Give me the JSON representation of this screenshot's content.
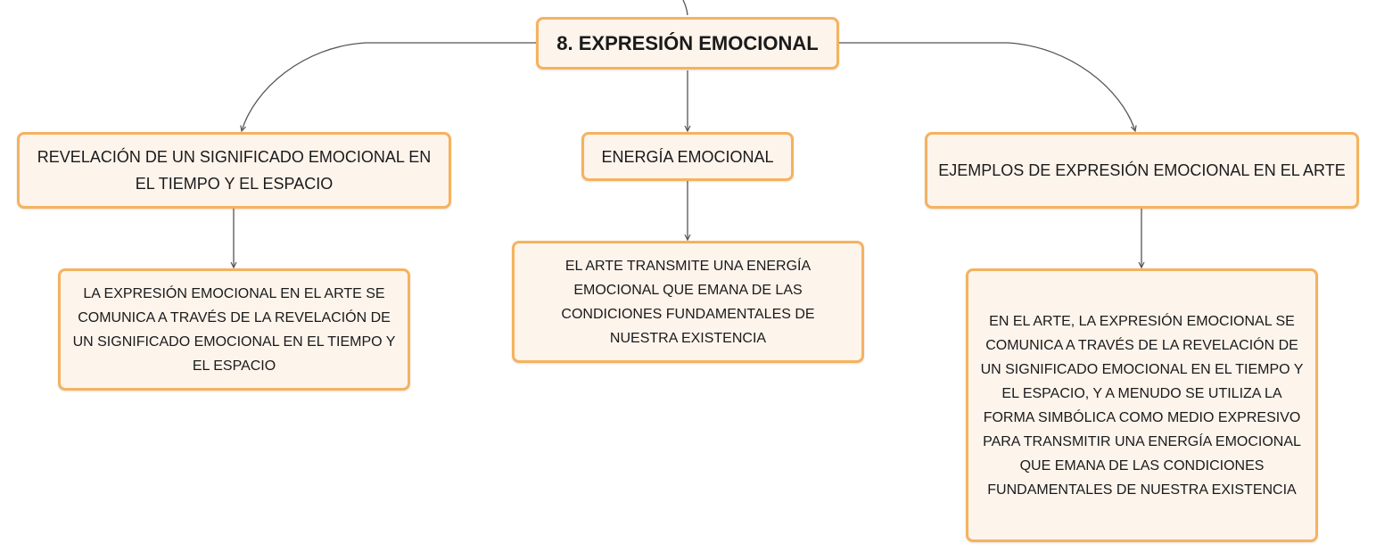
{
  "diagram": {
    "root": {
      "label": "8. EXPRESIÓN EMOCIONAL"
    },
    "branches": [
      {
        "label": "REVELACIÓN DE UN SIGNIFICADO EMOCIONAL EN EL TIEMPO Y EL ESPACIO",
        "child": "LA EXPRESIÓN EMOCIONAL EN EL ARTE SE COMUNICA A TRAVÉS DE LA REVELACIÓN DE UN SIGNIFICADO EMOCIONAL EN EL TIEMPO Y EL ESPACIO"
      },
      {
        "label": "ENERGÍA EMOCIONAL",
        "child": "EL ARTE TRANSMITE UNA ENERGÍA EMOCIONAL QUE EMANA DE LAS CONDICIONES FUNDAMENTALES DE NUESTRA EXISTENCIA"
      },
      {
        "label": "EJEMPLOS DE EXPRESIÓN EMOCIONAL EN EL ARTE",
        "child": "EN EL ARTE, LA EXPRESIÓN EMOCIONAL SE COMUNICA A TRAVÉS DE LA REVELACIÓN DE UN SIGNIFICADO EMOCIONAL EN EL TIEMPO Y EL ESPACIO, Y A MENUDO SE UTILIZA LA FORMA SIMBÓLICA COMO MEDIO EXPRESIVO PARA TRANSMITIR UNA ENERGÍA EMOCIONAL QUE EMANA DE LAS CONDICIONES FUNDAMENTALES DE NUESTRA EXISTENCIA"
      }
    ],
    "colors": {
      "node_fill": "#fdf4ec",
      "node_border": "#f5b25e",
      "connector": "#555555",
      "text": "#1a1a1a"
    }
  }
}
